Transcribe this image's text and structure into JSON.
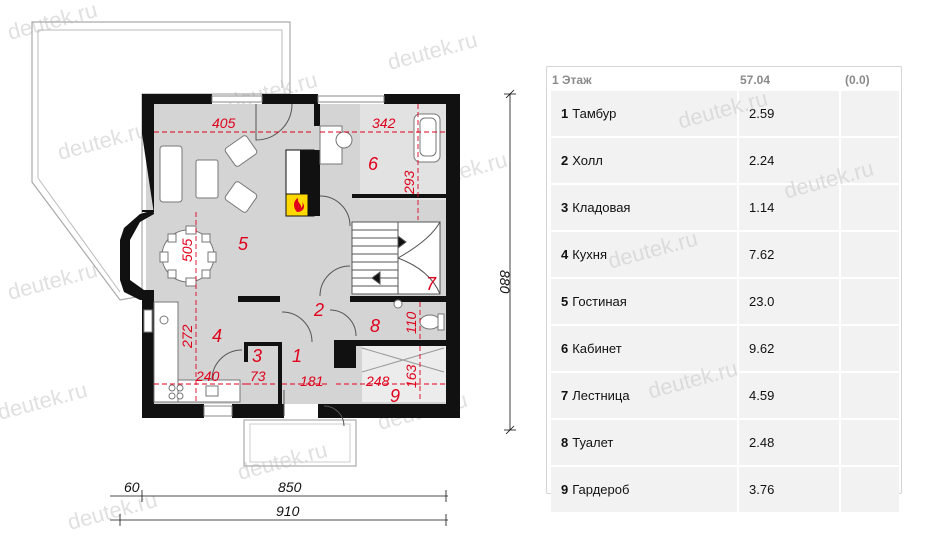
{
  "plan": {
    "total_height_dim": "880",
    "dim_60": "60",
    "dim_850": "850",
    "dim_910": "910",
    "room_numbers": [
      "1",
      "2",
      "4",
      "5",
      "6",
      "7",
      "8",
      "9",
      "3"
    ],
    "inner_dims": [
      "405",
      "342",
      "293",
      "505",
      "272",
      "240",
      "73",
      "181",
      "248",
      "163",
      "110"
    ],
    "watermark": "deutek.ru"
  },
  "table": {
    "header": {
      "name": "1 Этаж",
      "total": "57.04",
      "extra": "(0.0)"
    },
    "rows": [
      {
        "num": "1",
        "name": "Тамбур",
        "area": "2.59"
      },
      {
        "num": "2",
        "name": "Холл",
        "area": "2.24"
      },
      {
        "num": "3",
        "name": "Кладовая",
        "area": "1.14"
      },
      {
        "num": "4",
        "name": "Кухня",
        "area": "7.62"
      },
      {
        "num": "5",
        "name": "Гостиная",
        "area": "23.0"
      },
      {
        "num": "6",
        "name": "Кабинет",
        "area": "9.62"
      },
      {
        "num": "7",
        "name": "Лестница",
        "area": "4.59"
      },
      {
        "num": "8",
        "name": "Туалет",
        "area": "2.48"
      },
      {
        "num": "9",
        "name": "Гардероб",
        "area": "3.76"
      }
    ]
  },
  "colors": {
    "wall": "#111111",
    "floor": "#d4d4d4",
    "dim_red": "#e0001b",
    "fire": "#ffd800"
  }
}
